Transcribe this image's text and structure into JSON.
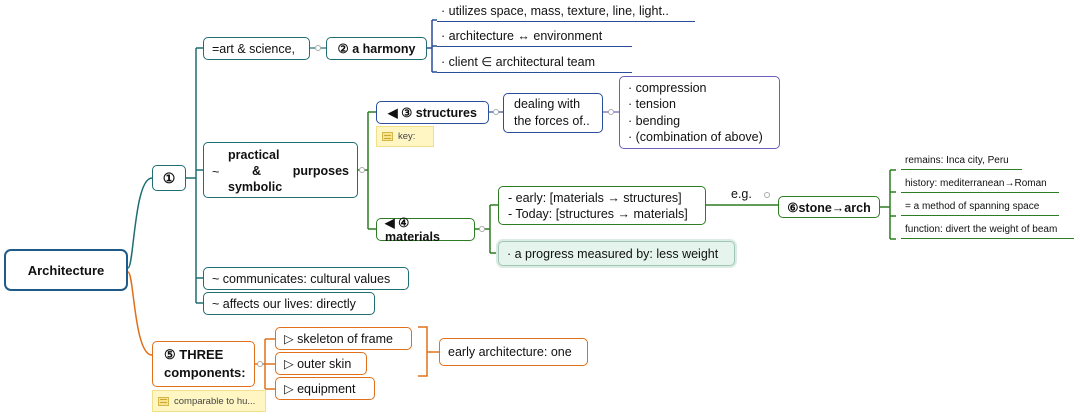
{
  "colors": {
    "navy": "#1e5b8a",
    "teal": "#1e6e72",
    "blue": "#2a4e9a",
    "green": "#2d7d22",
    "orange": "#e0701a",
    "purple": "#6c5fb8",
    "highlight": "#e6f4ee",
    "note_bg": "#fff6c4"
  },
  "root": {
    "label": "Architecture"
  },
  "branch1": {
    "marker": "①",
    "art_science": "=art & science,",
    "harmony": "② a harmony",
    "harmony_items": [
      "· utilizes space, mass, texture, line, light..",
      "· architecture ↔ environment",
      "· client ∈ architectural team"
    ],
    "purposes": {
      "prefix": "~",
      "word1": "practical",
      "word2": "&",
      "word3": "purposes",
      "word4": "symbolic"
    },
    "structures": {
      "label": "◀ ③ structures",
      "note": "key:",
      "dealing_line1": "dealing with",
      "dealing_line2": "the forces of..",
      "forces": [
        "· compression",
        "· tension",
        "· bending",
        "· (combination of above)"
      ]
    },
    "materials": {
      "label": "◀ ④ materials",
      "early": "- early: [materials → structures]",
      "today": "- Today: [structures → materials]",
      "eg": "e.g.",
      "progress": "· a progress measured by: less weight",
      "stone_arch": "⑥stone→arch",
      "arch_items": [
        "remains: Inca city, Peru",
        "history: mediterranean→Roman",
        "= a method of spanning space",
        "function: divert the weight of beam"
      ]
    },
    "communicates": "~ communicates: cultural values",
    "affects": "~ affects our lives: directly"
  },
  "branch2": {
    "label_line1": "⑤   THREE",
    "label_line2": "components:",
    "note": "comparable to hu...",
    "items": [
      "▷ skeleton of frame",
      "▷ outer skin",
      "▷ equipment"
    ],
    "summary": "early architecture: one"
  }
}
